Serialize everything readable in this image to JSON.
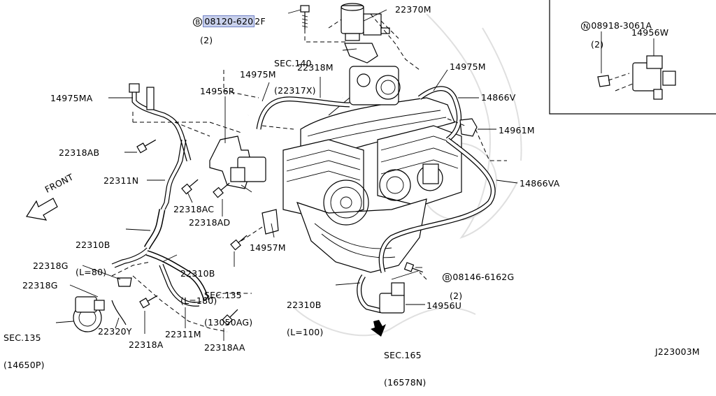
{
  "diagram_id": "J223003M",
  "front_label": "FRONT",
  "parts": {
    "p08120": {
      "prefix": "B",
      "code_hl": "08120-620",
      "code_rest": "2F",
      "qty": "(2)"
    },
    "p22370M": "22370M",
    "sec140": {
      "title": "SEC.140",
      "sub": "(22317X)"
    },
    "p22318M": "22318M",
    "p14975M_top": "14975M",
    "p14975M_right": "14975M",
    "p14975MA": "14975MA",
    "p14956R": "14956R",
    "p14866V": "14866V",
    "p14961M": "14961M",
    "p22318AB": "22318AB",
    "p22311N": "22311N",
    "p14866VA": "14866VA",
    "p22318AC": "22318AC",
    "p22318AD": "22318AD",
    "p22310B_80": {
      "title": "22310B",
      "sub": "(L=80)"
    },
    "p14957M": "14957M",
    "p22310B_180": {
      "title": "22310B",
      "sub": "(L=180)"
    },
    "p22318G_1": "22318G",
    "p22318G_2": "22318G",
    "sec135_a": {
      "title": "SEC.135",
      "sub": "(13050AG)"
    },
    "p08146": {
      "prefix": "B",
      "code": "08146-6162G",
      "qty": "(2)"
    },
    "p22310B_100": {
      "title": "22310B",
      "sub": "(L=100)"
    },
    "p14956U": "14956U",
    "sec135_b": {
      "title": "SEC.135",
      "sub": "(14650P)"
    },
    "p22320Y": "22320Y",
    "p22318A": "22318A",
    "p22311M": "22311M",
    "p22318AA": "22318AA",
    "sec165": {
      "title": "SEC.165",
      "sub": "(16578N)"
    },
    "p08918": {
      "prefix": "N",
      "code": "08918-3061A",
      "qty": "(2)"
    },
    "p14956W": "14956W"
  }
}
